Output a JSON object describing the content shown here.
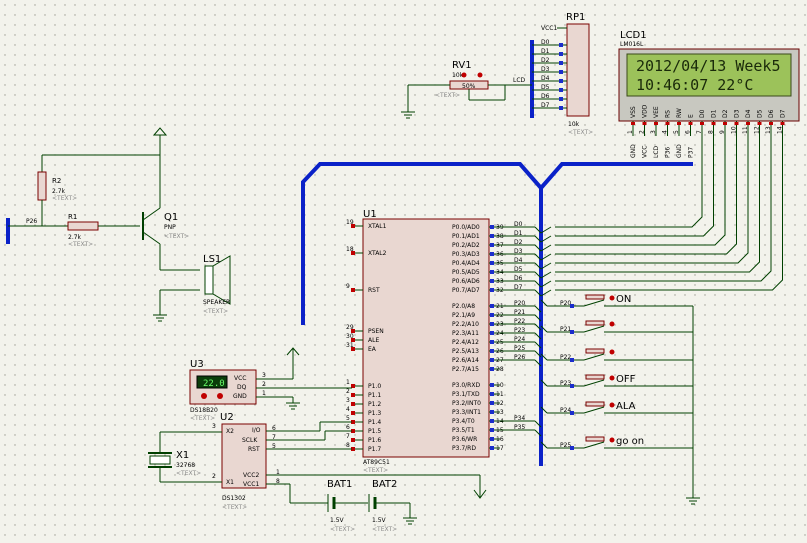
{
  "components": {
    "rp1": {
      "ref": "RP1",
      "vcc": "VCC1",
      "pins": [
        "D0",
        "D1",
        "D2",
        "D3",
        "D4",
        "D5",
        "D6",
        "D7"
      ],
      "value": "10k"
    },
    "rv1": {
      "ref": "RV1",
      "value": "10k",
      "percent": "50%",
      "lcd_net": "LCD"
    },
    "lcd1": {
      "ref": "LCD1",
      "model": "LM016L",
      "line1": "2012/04/13 Week5",
      "line2": "10:46:07    22°C",
      "pins": [
        "VSS",
        "VDD",
        "VEE",
        "RS",
        "RW",
        "E",
        "D0",
        "D1",
        "D2",
        "D3",
        "D4",
        "D5",
        "D6",
        "D7"
      ],
      "pin_nums": [
        "1",
        "2",
        "3",
        "4",
        "5",
        "6",
        "7",
        "8",
        "9",
        "10",
        "11",
        "12",
        "13",
        "14"
      ],
      "nets": [
        "GND",
        "VCC",
        "LCD",
        "P36",
        "GND",
        "P37"
      ]
    },
    "r2": {
      "ref": "R2",
      "value": "2.7k"
    },
    "r1": {
      "ref": "R1",
      "value": "2.7k",
      "net": "P26"
    },
    "q1": {
      "ref": "Q1",
      "type": "PNP"
    },
    "ls1": {
      "ref": "LS1",
      "type": "SPEAKER"
    },
    "u1": {
      "ref": "U1",
      "model": "AT89C51",
      "left_pins": [
        {
          "num": "19",
          "name": "XTAL1"
        },
        {
          "num": "18",
          "name": "XTAL2"
        },
        {
          "num": "9",
          "name": "RST"
        },
        {
          "num": "29",
          "name": "PSEN"
        },
        {
          "num": "30",
          "name": "ALE"
        },
        {
          "num": "31",
          "name": "EA"
        },
        {
          "num": "1",
          "name": "P1.0"
        },
        {
          "num": "2",
          "name": "P1.1"
        },
        {
          "num": "3",
          "name": "P1.2"
        },
        {
          "num": "4",
          "name": "P1.3"
        },
        {
          "num": "5",
          "name": "P1.4"
        },
        {
          "num": "6",
          "name": "P1.5"
        },
        {
          "num": "7",
          "name": "P1.6"
        },
        {
          "num": "8",
          "name": "P1.7"
        }
      ],
      "right_pins_p0": [
        {
          "num": "39",
          "name": "P0.0/AD0",
          "net": "D0"
        },
        {
          "num": "38",
          "name": "P0.1/AD1",
          "net": "D1"
        },
        {
          "num": "37",
          "name": "P0.2/AD2",
          "net": "D2"
        },
        {
          "num": "36",
          "name": "P0.3/AD3",
          "net": "D3"
        },
        {
          "num": "35",
          "name": "P0.4/AD4",
          "net": "D4"
        },
        {
          "num": "34",
          "name": "P0.5/AD5",
          "net": "D5"
        },
        {
          "num": "33",
          "name": "P0.6/AD6",
          "net": "D6"
        },
        {
          "num": "32",
          "name": "P0.7/AD7",
          "net": "D7"
        }
      ],
      "right_pins_p2": [
        {
          "num": "21",
          "name": "P2.0/A8",
          "net": "P20"
        },
        {
          "num": "22",
          "name": "P2.1/A9",
          "net": "P21"
        },
        {
          "num": "23",
          "name": "P2.2/A10",
          "net": "P22"
        },
        {
          "num": "24",
          "name": "P2.3/A11",
          "net": "P23"
        },
        {
          "num": "25",
          "name": "P2.4/A12",
          "net": "P24"
        },
        {
          "num": "26",
          "name": "P2.5/A13",
          "net": "P25"
        },
        {
          "num": "27",
          "name": "P2.6/A14",
          "net": "P26"
        },
        {
          "num": "28",
          "name": "P2.7/A15",
          "net": ""
        }
      ],
      "right_pins_p3": [
        {
          "num": "10",
          "name": "P3.0/RXD",
          "net": ""
        },
        {
          "num": "11",
          "name": "P3.1/TXD",
          "net": ""
        },
        {
          "num": "12",
          "name": "P3.2/INT0",
          "net": ""
        },
        {
          "num": "13",
          "name": "P3.3/INT1",
          "net": ""
        },
        {
          "num": "14",
          "name": "P3.4/T0",
          "net": "P34"
        },
        {
          "num": "15",
          "name": "P3.5/T1",
          "net": "P35"
        },
        {
          "num": "16",
          "name": "P3.6/WR",
          "net": ""
        },
        {
          "num": "17",
          "name": "P3.7/RD",
          "net": ""
        }
      ]
    },
    "u3": {
      "ref": "U3",
      "model": "DS18B20",
      "reading": "22.0",
      "pins": [
        "VCC",
        "DQ",
        "GND"
      ],
      "pin_nums": [
        "3",
        "2",
        "1"
      ]
    },
    "u2": {
      "ref": "U2",
      "model": "DS1302",
      "left_pins": [
        "X2",
        "X1"
      ],
      "right_pins": [
        "I/O",
        "SCLK",
        "RST"
      ],
      "right_nums": [
        "6",
        "7",
        "5"
      ],
      "bottom_pins": [
        "VCC2",
        "VCC1"
      ],
      "bottom_nums": [
        "1",
        "8"
      ],
      "left_nums": [
        "3",
        "2"
      ]
    },
    "x1": {
      "ref": "X1",
      "value": "32768"
    },
    "bat1": {
      "ref": "BAT1",
      "value": "1.5V"
    },
    "bat2": {
      "ref": "BAT2",
      "value": "1.5V"
    },
    "switches": [
      {
        "net": "P20",
        "label": "ON"
      },
      {
        "net": "P21",
        "label": ""
      },
      {
        "net": "P22",
        "label": ""
      },
      {
        "net": "P23",
        "label": "OFF"
      },
      {
        "net": "P24",
        "label": "ALA"
      },
      {
        "net": "P25",
        "label": "go on"
      }
    ]
  },
  "text_placeholder": "<TEXT>",
  "colors": {
    "background": "#f3f3ec",
    "wire": "#004000",
    "bus": "#0b22c8",
    "chip_fill": "#e9d7d1",
    "lcd_screen": "#9cc25a",
    "pin_red": "#c00000",
    "pin_blue": "#1a2ccc"
  }
}
